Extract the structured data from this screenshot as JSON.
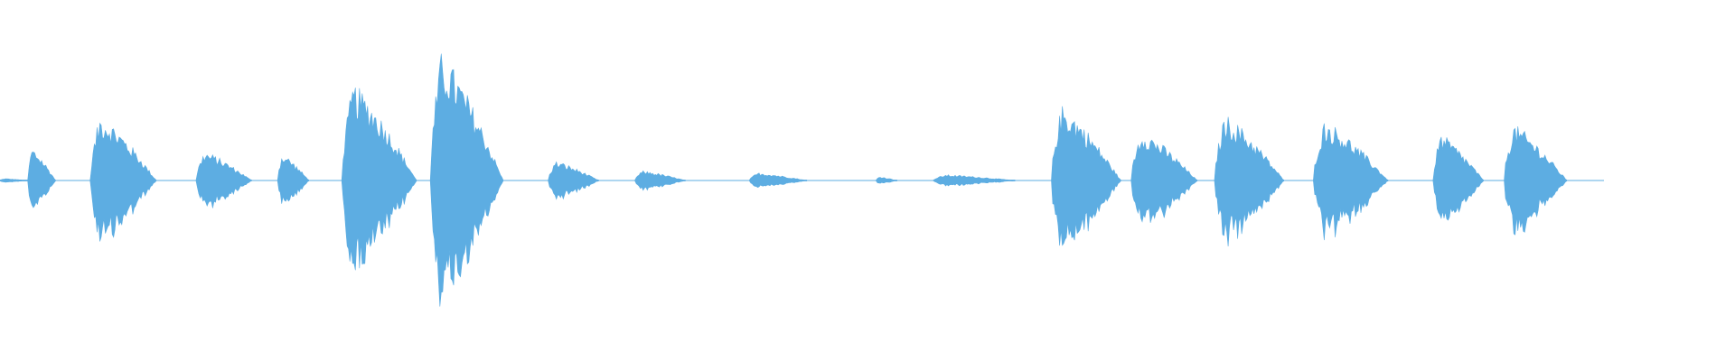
{
  "waveform": {
    "color": "#5dade2",
    "playhead_progress": 0,
    "segments_description": "audio-waveform-visual",
    "clips": [
      {
        "start": 0.0,
        "end": 0.016,
        "peak": 0.01
      },
      {
        "start": 0.016,
        "end": 0.032,
        "peak": 0.17
      },
      {
        "start": 0.052,
        "end": 0.09,
        "peak": 0.34
      },
      {
        "start": 0.113,
        "end": 0.145,
        "peak": 0.15
      },
      {
        "start": 0.16,
        "end": 0.178,
        "peak": 0.14
      },
      {
        "start": 0.197,
        "end": 0.24,
        "peak": 0.5
      },
      {
        "start": 0.248,
        "end": 0.29,
        "peak": 0.66
      },
      {
        "start": 0.316,
        "end": 0.345,
        "peak": 0.1
      },
      {
        "start": 0.366,
        "end": 0.395,
        "peak": 0.05
      },
      {
        "start": 0.432,
        "end": 0.465,
        "peak": 0.04
      },
      {
        "start": 0.505,
        "end": 0.517,
        "peak": 0.02
      },
      {
        "start": 0.538,
        "end": 0.585,
        "peak": 0.03
      },
      {
        "start": 0.606,
        "end": 0.646,
        "peak": 0.39
      },
      {
        "start": 0.652,
        "end": 0.69,
        "peak": 0.26
      },
      {
        "start": 0.7,
        "end": 0.74,
        "peak": 0.34
      },
      {
        "start": 0.757,
        "end": 0.8,
        "peak": 0.31
      },
      {
        "start": 0.826,
        "end": 0.855,
        "peak": 0.24
      },
      {
        "start": 0.867,
        "end": 0.903,
        "peak": 0.29
      }
    ]
  }
}
